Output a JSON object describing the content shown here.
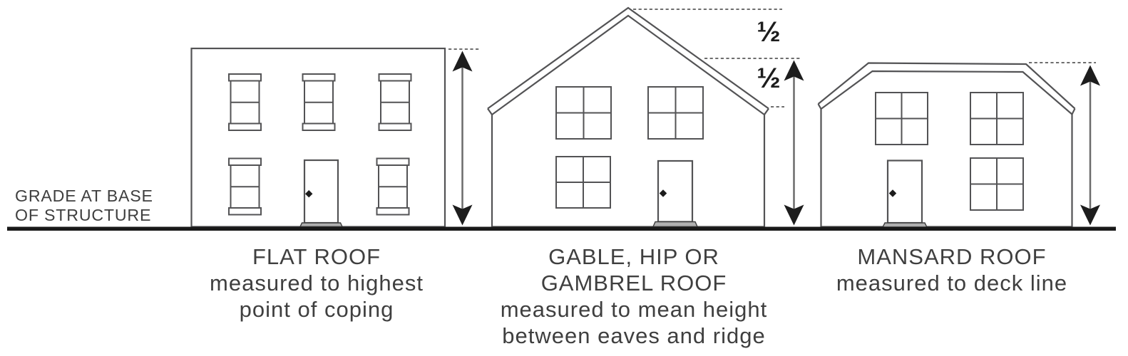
{
  "colors": {
    "background": "#ffffff",
    "outline": "#535355",
    "text": "#3f3f3f",
    "dotted": "#6e6e6e",
    "shaft": "#6b6b6b",
    "arrow": "#1d1d1d",
    "ground": "#191919",
    "threshold": "#b0b0b0"
  },
  "grade_label": {
    "line1": "GRADE AT BASE",
    "line2": "OF STRUCTURE"
  },
  "fractions": {
    "upper_half": "½",
    "lower_half": "½"
  },
  "captions": {
    "flat": {
      "line1": "FLAT ROOF",
      "line2": "measured to highest",
      "line3": "point of coping"
    },
    "gable": {
      "line1": "GABLE, HIP OR",
      "line2": "GAMBREL ROOF",
      "line3": "measured to mean height",
      "line4": "between eaves and ridge"
    },
    "mansard": {
      "line1": "MANSARD ROOF",
      "line2": "measured to deck line"
    }
  }
}
